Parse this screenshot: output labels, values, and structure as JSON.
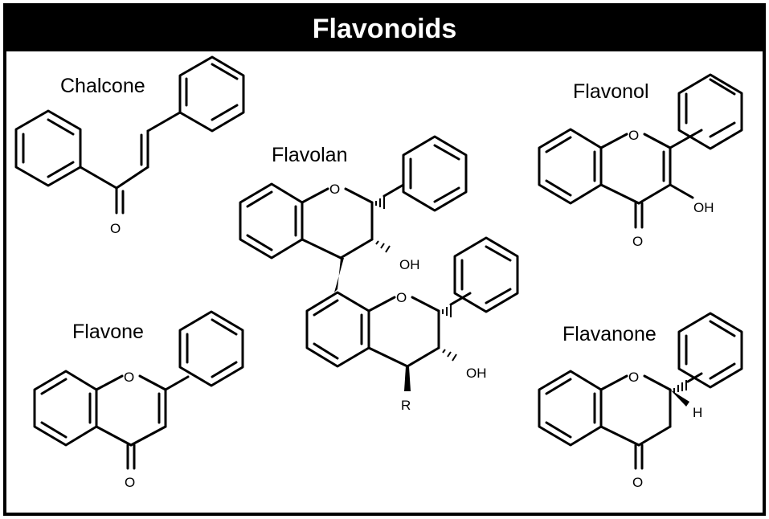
{
  "title": "Flavonoids",
  "compounds": {
    "chalcone": {
      "name": "Chalcone",
      "atoms": {
        "o": "O"
      }
    },
    "flavolan": {
      "name": "Flavolan",
      "atoms": {
        "o_top": "O",
        "oh_top": "OH",
        "o_bottom": "O",
        "oh_bottom": "OH",
        "r": "R"
      }
    },
    "flavonol": {
      "name": "Flavonol",
      "atoms": {
        "o_ring": "O",
        "oh": "OH",
        "o_keto": "O"
      }
    },
    "flavone": {
      "name": "Flavone",
      "atoms": {
        "o_ring": "O",
        "o_keto": "O"
      }
    },
    "flavanone": {
      "name": "Flavanone",
      "atoms": {
        "o_ring": "O",
        "h": "H",
        "o_keto": "O"
      }
    }
  },
  "colors": {
    "background": "#ffffff",
    "border": "#000000",
    "title_bar": "#000000",
    "title_text": "#ffffff"
  }
}
